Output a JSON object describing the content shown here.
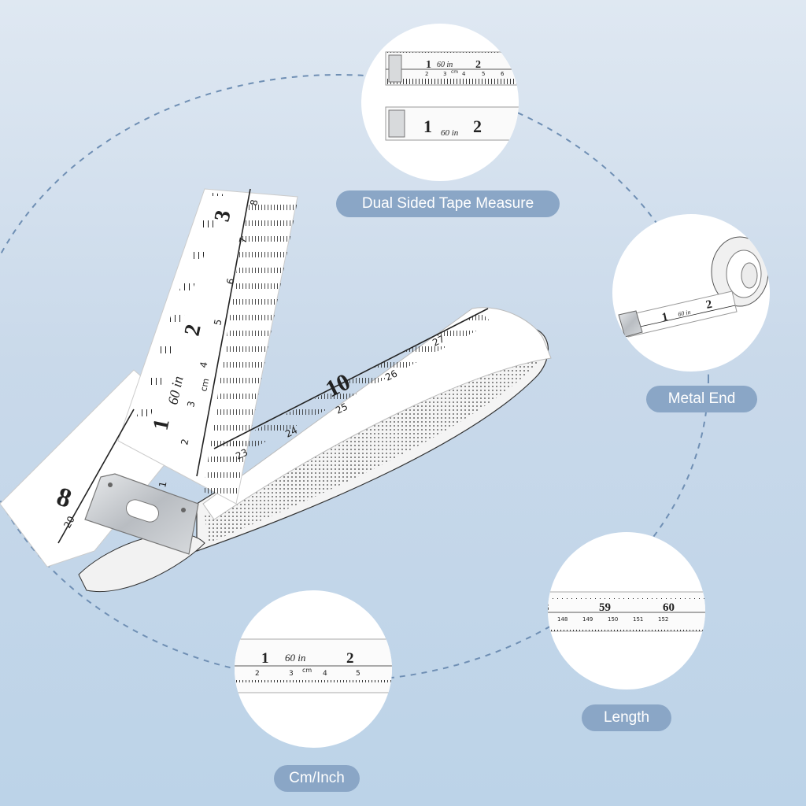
{
  "labels": {
    "dual_sided": "Dual Sided Tape Measure",
    "metal_end": "Metal End",
    "length": "Length",
    "cm_inch": "Cm/Inch"
  },
  "tape_text": {
    "brand_mark": "60 in",
    "unit": "cm",
    "main_inch_numbers": [
      "1",
      "2",
      "3"
    ],
    "main_cm_numbers": [
      "1",
      "2",
      "3",
      "4",
      "5",
      "6",
      "7",
      "8"
    ],
    "loop_inch_number": "10",
    "loop_cm_numbers": [
      "23",
      "24",
      "25",
      "26",
      "27"
    ],
    "left_inch_number": "8",
    "left_cm_number": "20",
    "end_inch_numbers": [
      "59",
      "60"
    ],
    "end_cm_numbers": [
      "148",
      "149",
      "150",
      "151",
      "152"
    ],
    "detail_cm_numbers": [
      "2",
      "3",
      "4",
      "5"
    ],
    "detail_top_cm_numbers": [
      "2",
      "3",
      "4",
      "5",
      "6"
    ]
  },
  "colors": {
    "background_top": "#dfe8f2",
    "background_bottom": "#bcd3e8",
    "pill": "#8aa6c6",
    "dashed_line": "#6f8fb4",
    "tape": "#ffffff",
    "ink": "#222222",
    "metal": "#c9ccd0"
  }
}
